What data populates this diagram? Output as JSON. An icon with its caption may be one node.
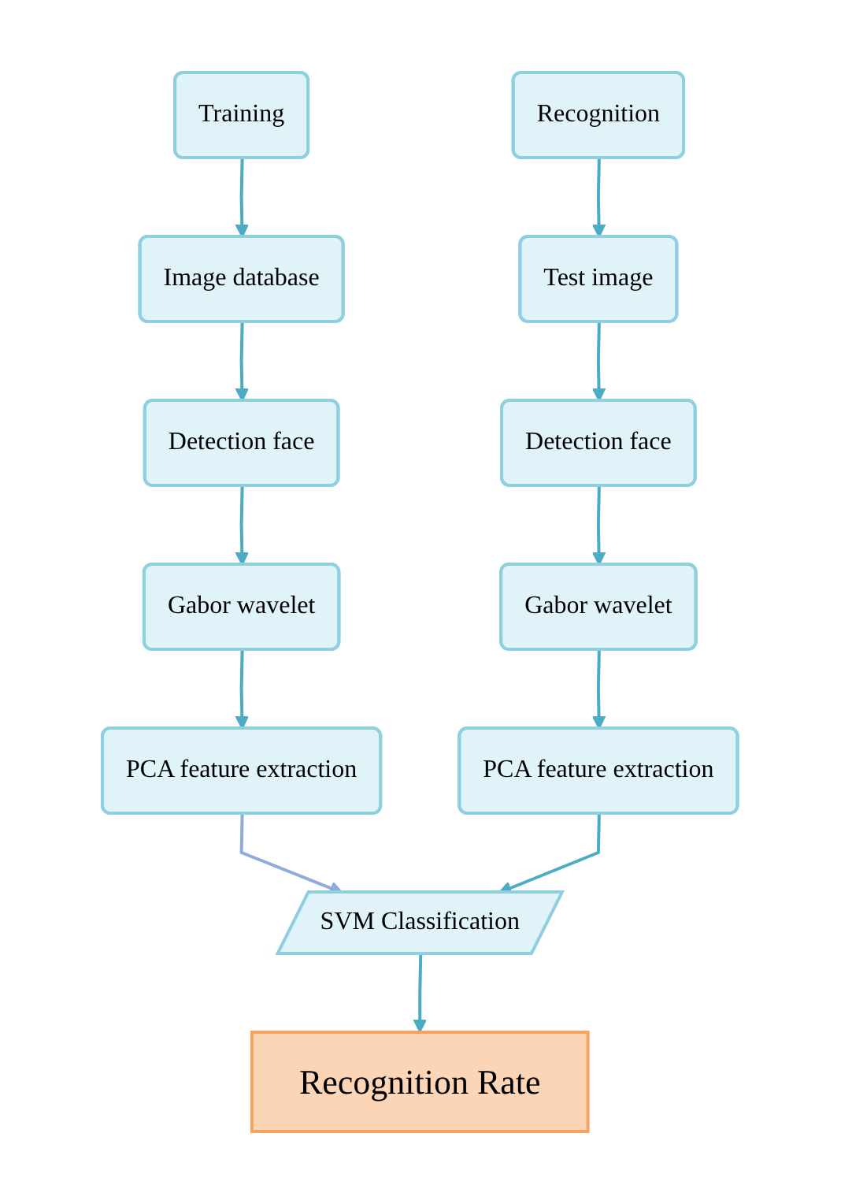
{
  "diagram": {
    "nodes": [
      {
        "text": [
          "Training"
        ]
      },
      {
        "text": [
          "Image database"
        ]
      },
      {
        "text": [
          "Detection face"
        ]
      },
      {
        "text": [
          "Gabor wavelet"
        ]
      },
      {
        "text": [
          "PCA feature extraction"
        ]
      },
      {
        "text": [
          "Recognition"
        ]
      },
      {
        "text": [
          "Test image"
        ]
      },
      {
        "text": [
          "Detection face"
        ]
      },
      {
        "text": [
          "Gabor wavelet"
        ]
      },
      {
        "text": [
          "PCA feature extraction"
        ]
      },
      {
        "text": [
          "SVM Classification"
        ]
      },
      {
        "text": [
          "Recognition Rate"
        ]
      }
    ],
    "edges": [
      {
        "from": 0,
        "to": 1,
        "arrow": "to"
      },
      {
        "from": 1,
        "to": 2,
        "arrow": "to"
      },
      {
        "from": 2,
        "to": 3,
        "arrow": "to"
      },
      {
        "from": 3,
        "to": 4,
        "arrow": "to"
      },
      {
        "from": 4,
        "to": 10,
        "arrow": "to",
        "color": "#8faadc"
      },
      {
        "from": 5,
        "to": 6,
        "arrow": "to"
      },
      {
        "from": 6,
        "to": 7,
        "arrow": "to"
      },
      {
        "from": 7,
        "to": 8,
        "arrow": "to"
      },
      {
        "from": 8,
        "to": 9,
        "arrow": "to"
      },
      {
        "from": 9,
        "to": 10,
        "arrow": "to"
      },
      {
        "from": 10,
        "to": 11,
        "arrow": "to"
      }
    ]
  }
}
